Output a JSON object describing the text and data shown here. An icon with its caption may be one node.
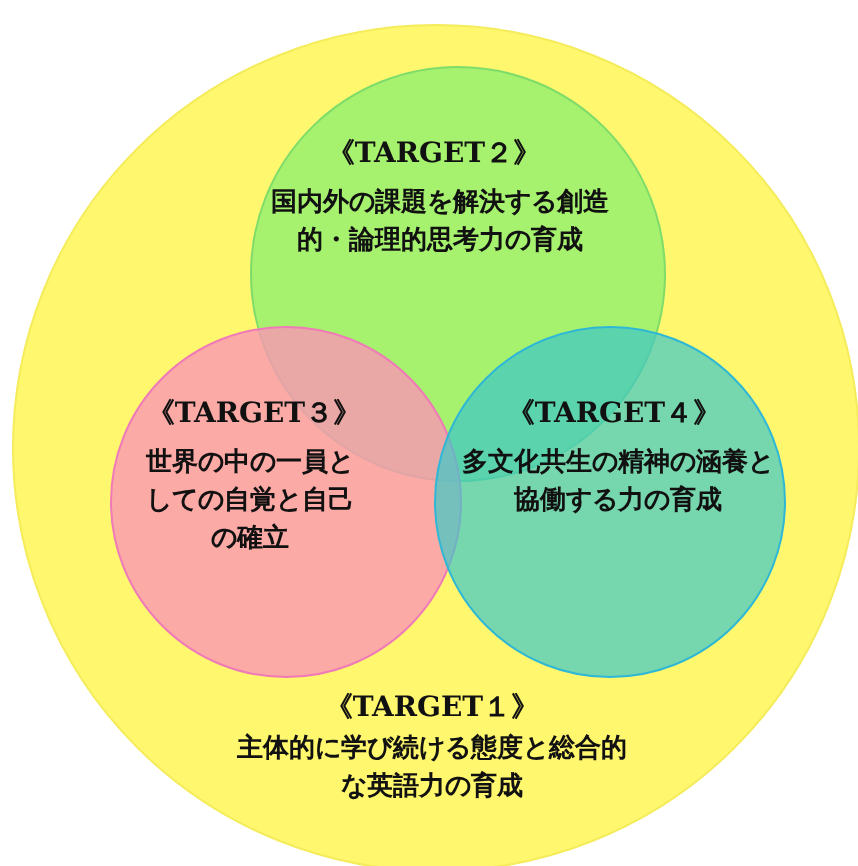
{
  "diagram": {
    "nodes": [
      {
        "text": [
          "《TARGET１》",
          "主体的に学び続ける態度と総合的な英語力の育成"
        ]
      },
      {
        "text": [
          "《TARGET２》",
          "国内外の課題を解決する創造的・論理的思考力の育成"
        ],
        "in": 0
      },
      {
        "text": [
          "《TARGET３》",
          "世界の中の一員としての自覚と自己の確立"
        ],
        "in": 0
      },
      {
        "text": [
          "《TARGET４》",
          "多文化共生の精神の涵養と協働する力の育成"
        ],
        "in": 0
      }
    ],
    "edges": []
  }
}
